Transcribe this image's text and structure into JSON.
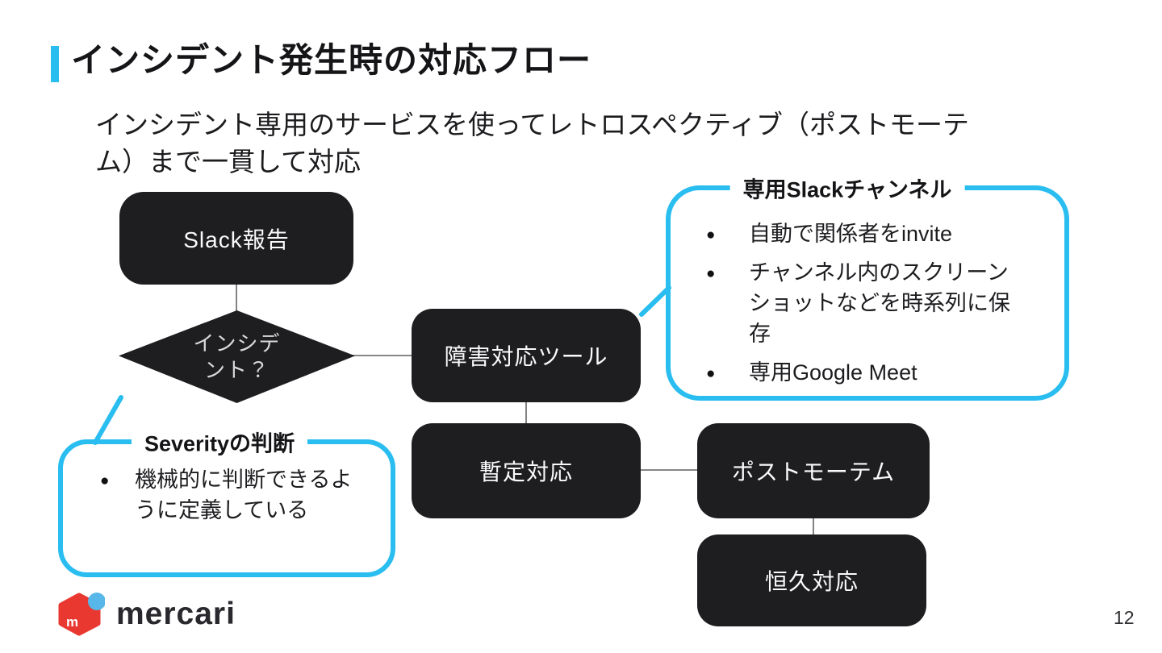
{
  "header": {
    "title": "インシデント発生時の対応フロー"
  },
  "subtitle": {
    "lines": [
      "インシデント専用のサービスを使ってレトロスペクティブ（ポストモーテ",
      "ム）まで一貫して対応"
    ]
  },
  "flow": {
    "slack_report": "Slack報告",
    "decision": {
      "lines": [
        "インシデ",
        "ント？"
      ]
    },
    "incident_tool": "障害対応ツール",
    "temporary_fix": "暫定対応",
    "postmortem": "ポストモーテム",
    "permanent_fix": "恒久対応"
  },
  "callouts": {
    "slack_channel": {
      "title": "専用Slackチャンネル",
      "bullets": [
        "自動で関係者をinvite",
        "チャンネル内のスクリーンショットなどを時系列に保存",
        "専用Google Meet"
      ]
    },
    "severity": {
      "title": "Severityの判断",
      "bullets": [
        "機械的に判断できるように定義している"
      ]
    }
  },
  "footer": {
    "logo_text": "mercari",
    "logo_mark_letter": "m",
    "page_number": "12"
  },
  "colors": {
    "accent_cyan": "#29bdf0",
    "box_dark": "#1e1e21",
    "connector_gray": "#757575",
    "logo_red": "#e8382f",
    "logo_blue": "#58b7e9",
    "text_dark": "#1b1b1e"
  }
}
